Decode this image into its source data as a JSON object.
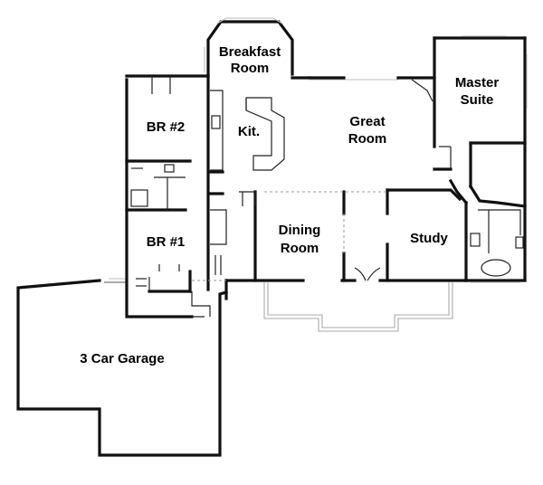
{
  "rooms": {
    "breakfast": [
      "Breakfast",
      "Room"
    ],
    "kitchen": "Kit.",
    "great": [
      "Great",
      "Room"
    ],
    "master": [
      "Master",
      "Suite"
    ],
    "br2": "BR #2",
    "br1": "BR #1",
    "dining": [
      "Dining",
      "Room"
    ],
    "study": "Study",
    "garage": "3 Car Garage"
  }
}
